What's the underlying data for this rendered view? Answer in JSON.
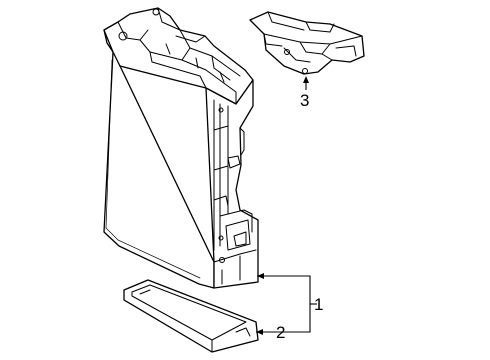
{
  "callouts": [
    {
      "number": "1",
      "part": "module-assembly"
    },
    {
      "number": "2",
      "part": "bottom-cover"
    },
    {
      "number": "3",
      "part": "mounting-bracket"
    }
  ]
}
